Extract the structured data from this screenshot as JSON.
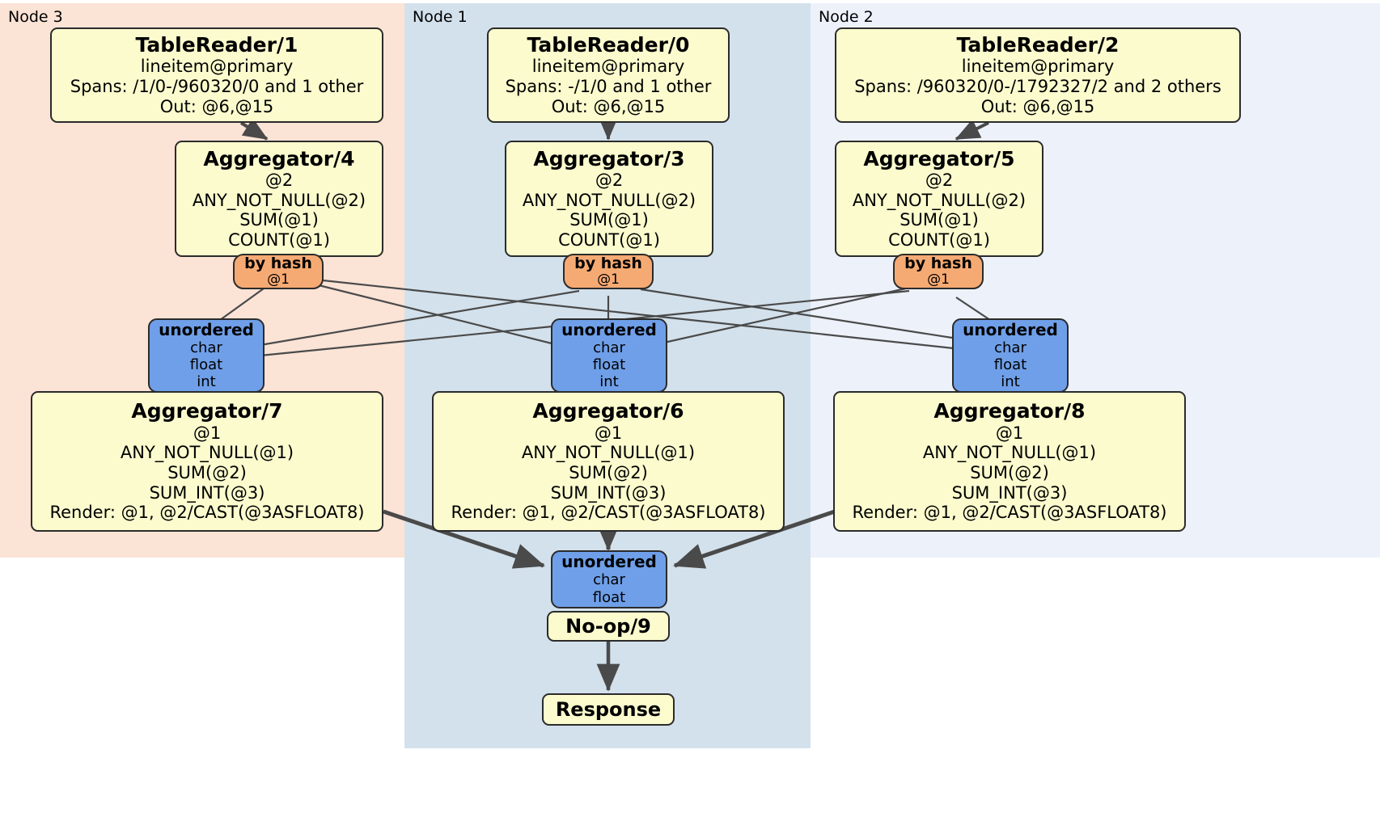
{
  "diagram": {
    "type": "distributed-query-plan",
    "colors": {
      "node3_panel": "#fbe3d6",
      "node1_panel": "#d3e1ec",
      "node2_panel": "#edf1fa",
      "processor_fill": "#fbfbce",
      "router_fill": "#f6aa73",
      "synchronizer_fill": "#6f9fe8",
      "edge": "#4a4a4a",
      "border": "#2b2b2b"
    },
    "panels": [
      {
        "id": "node3",
        "label": "Node 3"
      },
      {
        "id": "node1",
        "label": "Node 1"
      },
      {
        "id": "node2",
        "label": "Node 2"
      }
    ],
    "processors": {
      "tablereader_1": {
        "title": "TableReader/1",
        "lines": [
          "lineitem@primary",
          "Spans: /1/0-/960320/0 and 1 other",
          "Out: @6,@15"
        ]
      },
      "tablereader_0": {
        "title": "TableReader/0",
        "lines": [
          "lineitem@primary",
          "Spans: -/1/0 and 1 other",
          "Out: @6,@15"
        ]
      },
      "tablereader_2": {
        "title": "TableReader/2",
        "lines": [
          "lineitem@primary",
          "Spans: /960320/0-/1792327/2 and 2 others",
          "Out: @6,@15"
        ]
      },
      "aggregator_4": {
        "title": "Aggregator/4",
        "lines": [
          "@2",
          "ANY_NOT_NULL(@2)",
          "SUM(@1)",
          "COUNT(@1)"
        ]
      },
      "aggregator_3": {
        "title": "Aggregator/3",
        "lines": [
          "@2",
          "ANY_NOT_NULL(@2)",
          "SUM(@1)",
          "COUNT(@1)"
        ]
      },
      "aggregator_5": {
        "title": "Aggregator/5",
        "lines": [
          "@2",
          "ANY_NOT_NULL(@2)",
          "SUM(@1)",
          "COUNT(@1)"
        ]
      },
      "aggregator_7": {
        "title": "Aggregator/7",
        "lines": [
          "@1",
          "ANY_NOT_NULL(@1)",
          "SUM(@2)",
          "SUM_INT(@3)",
          "Render: @1, @2/CAST(@3ASFLOAT8)"
        ]
      },
      "aggregator_6": {
        "title": "Aggregator/6",
        "lines": [
          "@1",
          "ANY_NOT_NULL(@1)",
          "SUM(@2)",
          "SUM_INT(@3)",
          "Render: @1, @2/CAST(@3ASFLOAT8)"
        ]
      },
      "aggregator_8": {
        "title": "Aggregator/8",
        "lines": [
          "@1",
          "ANY_NOT_NULL(@1)",
          "SUM(@2)",
          "SUM_INT(@3)",
          "Render: @1, @2/CAST(@3ASFLOAT8)"
        ]
      },
      "noop_9": {
        "title": "No-op/9"
      },
      "response": {
        "title": "Response"
      }
    },
    "routers": {
      "by_hash_left": {
        "title": "by hash",
        "sub": "@1"
      },
      "by_hash_center": {
        "title": "by hash",
        "sub": "@1"
      },
      "by_hash_right": {
        "title": "by hash",
        "sub": "@1"
      }
    },
    "synchronizers": {
      "unordered_left": {
        "title": "unordered",
        "lines": [
          "char",
          "float",
          "int"
        ]
      },
      "unordered_center": {
        "title": "unordered",
        "lines": [
          "char",
          "float",
          "int"
        ]
      },
      "unordered_right": {
        "title": "unordered",
        "lines": [
          "char",
          "float",
          "int"
        ]
      },
      "unordered_final": {
        "title": "unordered",
        "lines": [
          "char",
          "float"
        ]
      }
    }
  }
}
